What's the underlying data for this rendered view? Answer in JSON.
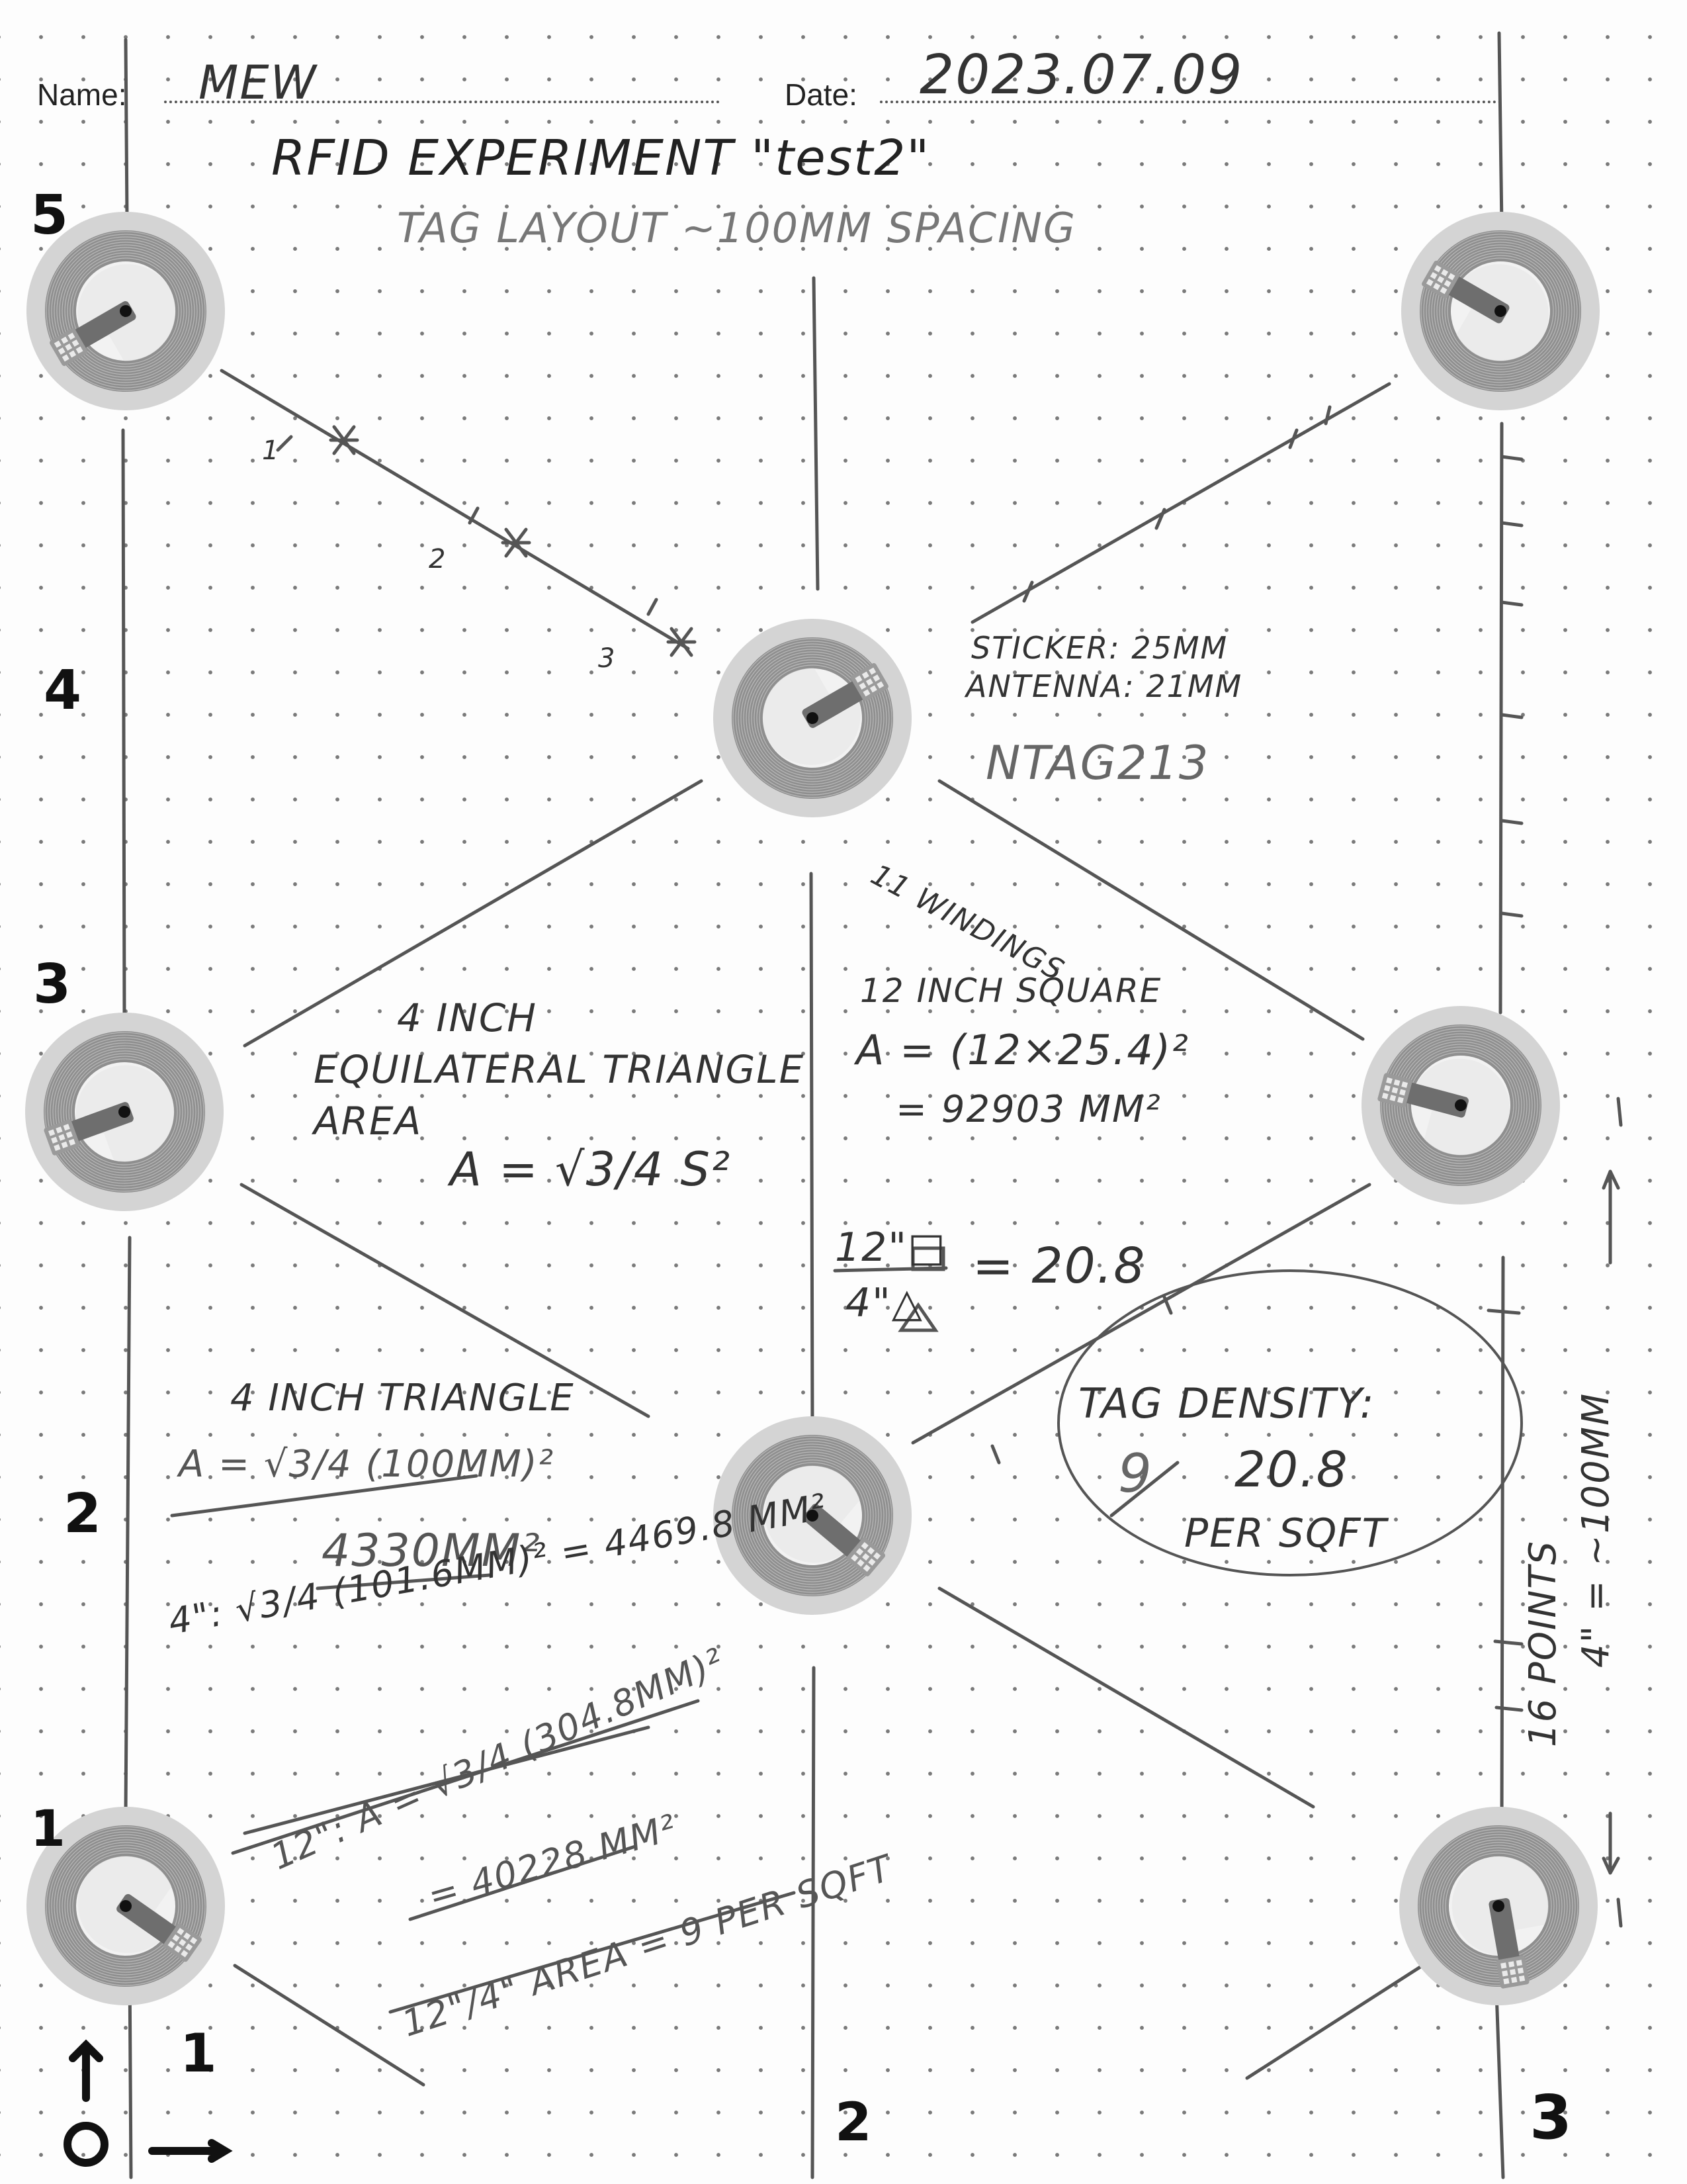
{
  "header": {
    "name_label": "Name:",
    "name_value": "MEW",
    "date_label": "Date:",
    "date_value": "2023.07.09"
  },
  "title": "RFID EXPERIMENT \"test2\"",
  "subtitle": "TAG LAYOUT ~100MM SPACING",
  "tag_specs": {
    "sticker": "STICKER: 25MM",
    "antenna": "ANTENNA: 21MM",
    "chip": "NTAG213",
    "windings": "11 WINDINGS"
  },
  "left_edge_numbers": [
    "5",
    "4",
    "3",
    "2",
    "1"
  ],
  "bottom_numbers": [
    "1",
    "2",
    "3"
  ],
  "diagonal_marks": [
    "1",
    "2",
    "3"
  ],
  "triangle_block": {
    "line1": "4 INCH",
    "line2": "EQUILATERAL TRIANGLE",
    "line3": "AREA",
    "formula": "A = √3/4 S²"
  },
  "square_block": {
    "line1": "12 INCH SQUARE",
    "line2": "A = (12×25.4)²",
    "line3": "= 92903 MM²"
  },
  "ratio": {
    "numerator": "12\"□",
    "denominator": "4\"△",
    "result": "= 20.8"
  },
  "triangle_calc": {
    "heading": "4 INCH TRIANGLE",
    "crossed_formula": "A = √3/4 (100MM)²",
    "crossed_result": "4330MM²",
    "final": "4\": √3/4 (101.6MM)² = 4469.8 MM²"
  },
  "crossed_block": {
    "line1": "12\": A = √3/4 (304.8MM)²",
    "line2": "= 40228 MM²",
    "line3": "12\"/4\" AREA = 9 PER SQFT"
  },
  "density": {
    "title": "TAG DENSITY:",
    "crossed": "9",
    "value": "20.8",
    "unit": "PER SQFT"
  },
  "scale_note": "16 POINTS",
  "scale_eq": "4\" = ~100MM",
  "colors": {
    "ink": "#333333",
    "tag_sticker": "#d4d4d4",
    "tag_ring": "#8f8f8f",
    "tag_center": "#f2f2f2",
    "tag_bridge": "#6e6e6e"
  }
}
